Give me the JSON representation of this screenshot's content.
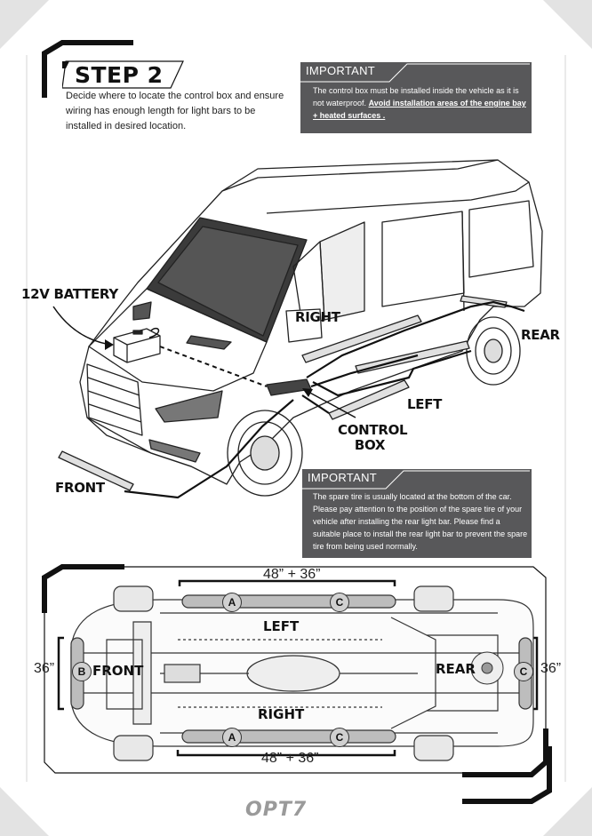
{
  "step": {
    "title": "STEP 2",
    "description": "Decide where to locate the control box and ensure wiring has enough length for light bars to be installed in desired location."
  },
  "important_top": {
    "heading": "IMPORTANT",
    "text": "The control box must be installed inside the vehicle as it is not waterproof.",
    "emphasis": "Avoid installation areas of the engine bay + heated surfaces ."
  },
  "important_bottom": {
    "heading": "IMPORTANT",
    "text": "The spare tire is usually located at the bottom of the car. Please pay attention to the position of the spare tire of your vehicle after installing the rear light bar. Please find a suitable place to install the rear light bar to prevent the spare tire from being used normally."
  },
  "van_labels": {
    "battery": "12V BATTERY",
    "right": "RIGHT",
    "rear": "REAR",
    "left": "LEFT",
    "control_box_1": "CONTROL",
    "control_box_2": "BOX",
    "front": "FRONT"
  },
  "underside": {
    "top_dim": "48” + 36”",
    "bottom_dim": "48” + 36”",
    "left_dim": "36”",
    "right_dim": "36”",
    "left_label": "LEFT",
    "right_label": "RIGHT",
    "front_label": "FRONT",
    "rear_label": "REAR",
    "marker_a": "A",
    "marker_b": "B",
    "marker_c": "C"
  },
  "brand": "OPT7",
  "colors": {
    "panel": "#58585a",
    "corner": "#e3e3e3",
    "bar": "#bdbdbd"
  }
}
